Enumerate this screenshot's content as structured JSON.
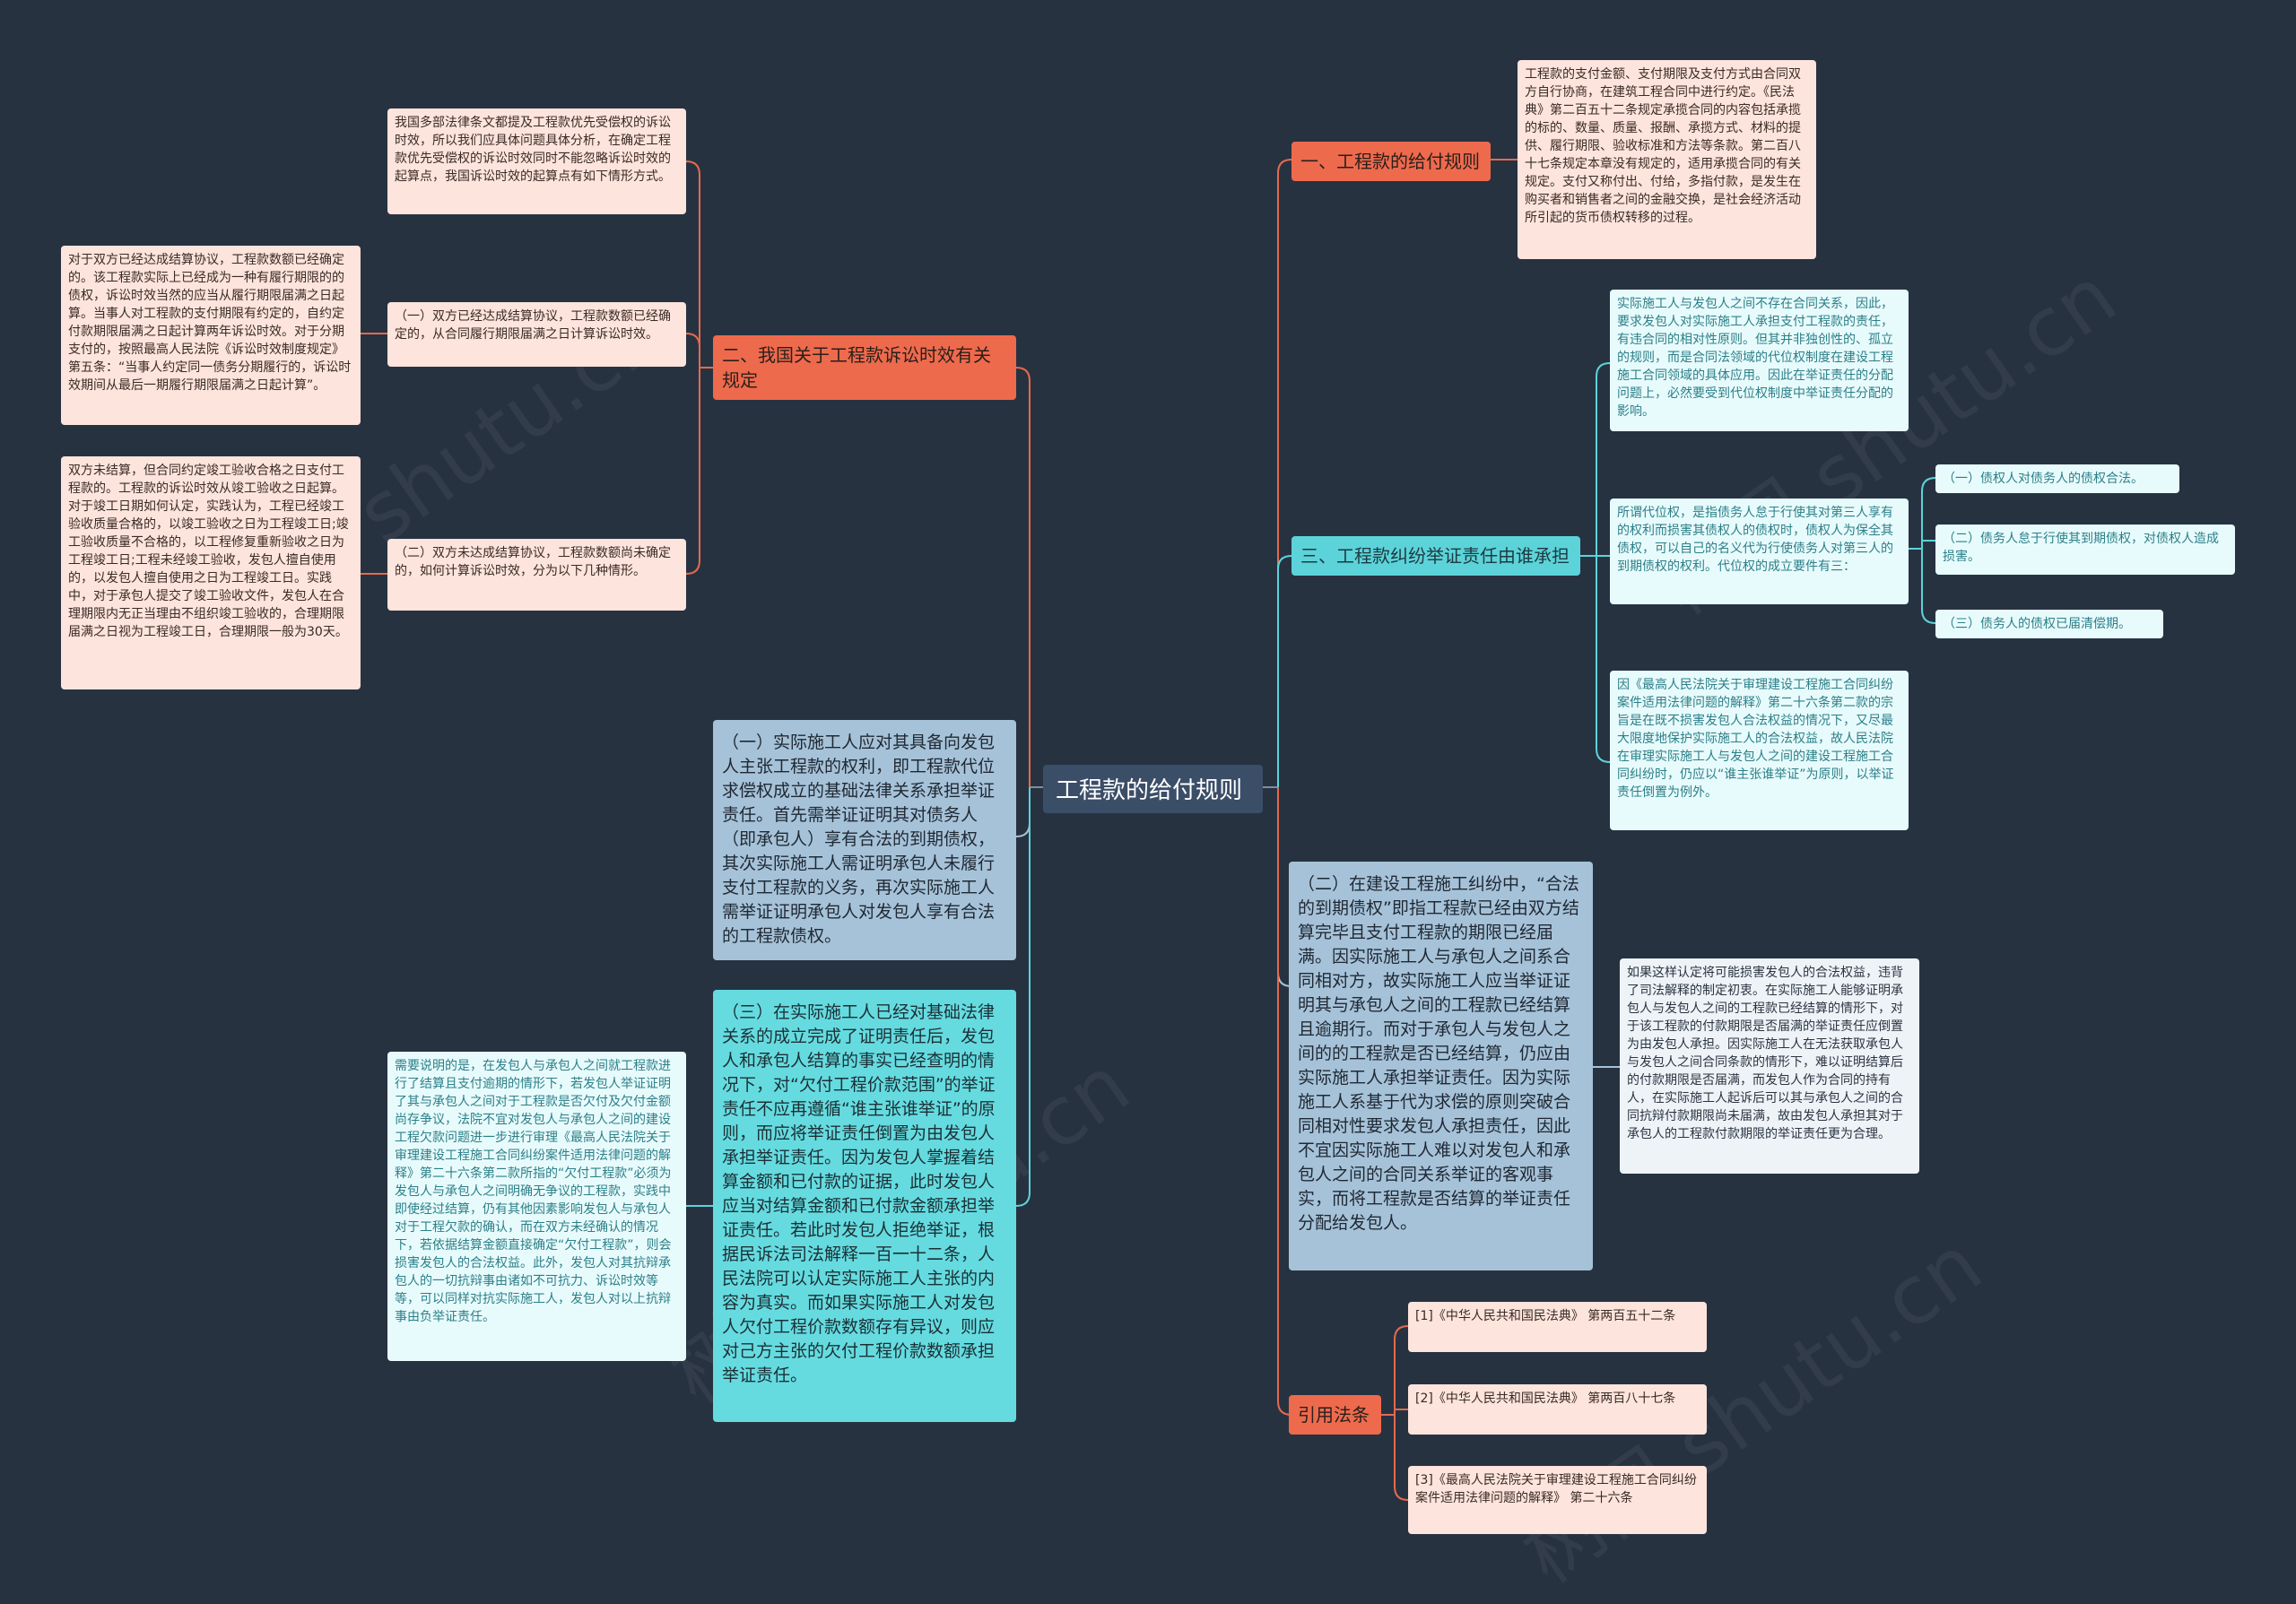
{
  "root": "工程款的给付规则",
  "colors": {
    "background": "#273241",
    "red_branch": "#ee6a4d",
    "cyan_branch": "#5bd3d9",
    "blue_branch": "#a6c2d8",
    "line_red": "#e46a4d",
    "line_cyan": "#5bd3d9"
  },
  "branch1": {
    "title": "一、工程款的给付规则",
    "detail": "工程款的支付金额、支付期限及支付方式由合同双方自行协商，在建筑工程合同中进行约定。《民法典》第二百五十二条规定承揽合同的内容包括承揽的标的、数量、质量、报酬、承揽方式、材料的提供、履行期限、验收标准和方法等条款。第二百八十七条规定本章没有规定的，适用承揽合同的有关规定。支付又称付出、付给，多指付款，是发生在购买者和销售者之间的金融交换，是社会经济活动所引起的货币债权转移的过程。"
  },
  "branch2": {
    "title": "二、我国关于工程款诉讼时效有关规定",
    "intro": "我国多部法律条文都提及工程款优先受偿权的诉讼时效，所以我们应具体问题具体分析，在确定工程款优先受偿权的诉讼时效同时不能忽略诉讼时效的起算点，我国诉讼时效的起算点有如下情形方式。",
    "case1": "（一）双方已经达成结算协议，工程款数额已经确定的，从合同履行期限届满之日计算诉讼时效。",
    "case1_detail": "对于双方已经达成结算协议，工程款数额已经确定的。该工程款实际上已经成为一种有履行期限的的债权，诉讼时效当然的应当从履行期限届满之日起算。当事人对工程款的支付期限有约定的，自约定付款期限届满之日起计算两年诉讼时效。对于分期支付的，按照最高人民法院《诉讼时效制度规定》第五条：“当事人约定同一债务分期履行的，诉讼时效期间从最后一期履行期限届满之日起计算”。",
    "case2": "（二）双方未达成结算协议，工程款数额尚未确定的，如何计算诉讼时效，分为以下几种情形。",
    "case2_detail": "双方未结算，但合同约定竣工验收合格之日支付工程款的。工程款的诉讼时效从竣工验收之日起算。对于竣工日期如何认定，实践认为，工程已经竣工验收质量合格的，以竣工验收之日为工程竣工日;竣工验收质量不合格的，以工程修复重新验收之日为工程竣工日;工程未经竣工验收，发包人擅自使用的，以发包人擅自使用之日为工程竣工日。实践中，对于承包人提交了竣工验收文件，发包人在合理期限内无正当理由不组织竣工验收的，合理期限届满之日视为工程竣工日，合理期限一般为30天。"
  },
  "branch3": {
    "title": "三、工程款纠纷举证责任由谁承担",
    "detail1": "实际施工人与发包人之间不存在合同关系，因此，要求发包人对实际施工人承担支付工程款的责任，有违合同的相对性原则。但其并非独创性的、孤立的规则，而是合同法领域的代位权制度在建设工程施工合同领域的具体应用。因此在举证责任的分配问题上，必然要受到代位权制度中举证责任分配的影响。",
    "detail2": "所谓代位权，是指债务人怠于行使其对第三人享有的权利而损害其债权人的债权时，债权人为保全其债权，可以自己的名义代为行使债务人对第三人的到期债权的权利。代位权的成立要件有三：",
    "cond1": "（一）债权人对债务人的债权合法。",
    "cond2": "（二）债务人怠于行使其到期债权，对债权人造成损害。",
    "cond3": "（三）债务人的债权已届清偿期。",
    "detail3": "因《最高人民法院关于审理建设工程施工合同纠纷案件适用法律问题的解释》第二十六条第二款的宗旨是在既不损害发包人合法权益的情况下，又尽最大限度地保护实际施工人的合法权益，故人民法院在审理实际施工人与发包人之间的建设工程施工合同纠纷时，仍应以“谁主张谁举证”为原则，以举证责任倒置为例外。"
  },
  "left_blue": "（一）实际施工人应对其具备向发包人主张工程款的权利，即工程款代位求偿权成立的基础法律关系承担举证责任。首先需举证证明其对债务人（即承包人）享有合法的到期债权，其次实际施工人需证明承包人未履行支付工程款的义务，再次实际施工人需举证证明承包人对发包人享有合法的工程款债权。",
  "left_cyan": "（三）在实际施工人已经对基础法律关系的成立完成了证明责任后，发包人和承包人结算的事实已经查明的情况下，对“欠付工程价款范围”的举证责任不应再遵循“谁主张谁举证”的原则，而应将举证责任倒置为由发包人承担举证责任。因为发包人掌握着结算金额和已付款的证据，此时发包人应当对结算金额和已付款金额承担举证责任。若此时发包人拒绝举证，根据民诉法司法解释一百一十二条，人民法院可以认定实际施工人主张的内容为真实。而如果实际施工人对发包人欠付工程价款数额存有异议，则应对己方主张的欠付工程价款数额承担举证责任。",
  "left_cyan_note": "需要说明的是，在发包人与承包人之间就工程款进行了结算且支付逾期的情形下，若发包人举证证明了其与承包人之间对于工程款是否欠付及欠付金额尚存争议，法院不宜对发包人与承包人之间的建设工程欠款问题进一步进行审理《最高人民法院关于审理建设工程施工合同纠纷案件适用法律问题的解释》第二十六条第二款所指的“欠付工程款”必须为发包人与承包人之间明确无争议的工程款，实践中即使经过结算，仍有其他因素影响发包人与承包人对于工程欠款的确认，而在双方未经确认的情况下，若依据结算金额直接确定“欠付工程款”，则会损害发包人的合法权益。此外，发包人对其抗辩承包人的一切抗辩事由诸如不可抗力、诉讼时效等等，可以同样对抗实际施工人，发包人对以上抗辩事由负举证责任。",
  "right_blue": "（二）在建设工程施工纠纷中，“合法的到期债权”即指工程款已经由双方结算完毕且支付工程款的期限已经届满。因实际施工人与承包人之间系合同相对方，故实际施工人应当举证证明其与承包人之间的工程款已经结算且逾期行。而对于承包人与发包人之间的的工程款是否已经结算，仍应由实际施工人承担举证责任。因为实际施工人系基于代为求偿的原则突破合同相对性要求发包人承担责任，因此不宜因实际施工人难以对发包人和承包人之间的合同关系举证的客观事实，而将工程款是否结算的举证责任分配给发包人。",
  "right_blue_note": "如果这样认定将可能损害发包人的合法权益，违背了司法解释的制定初衷。在实际施工人能够证明承包人与发包人之间的工程款已经结算的情形下，对于该工程款的付款期限是否届满的举证责任应倒置为由发包人承担。因实际施工人在无法获取承包人与发包人之间合同条款的情形下，难以证明结算后的付款期限是否届满，而发包人作为合同的持有人，在实际施工人起诉后可以其与承包人之间的合同抗辩付款期限尚未届满，故由发包人承担其对于承包人的工程款付款期限的举证责任更为合理。",
  "citations": {
    "title": "引用法条",
    "items": [
      "[1]《中华人民共和国民法典》 第两百五十二条",
      "[2]《中华人民共和国民法典》 第两百八十七条",
      "[3]《最高人民法院关于审理建设工程施工合同纠纷案件适用法律问题的解释》 第二十六条"
    ]
  }
}
